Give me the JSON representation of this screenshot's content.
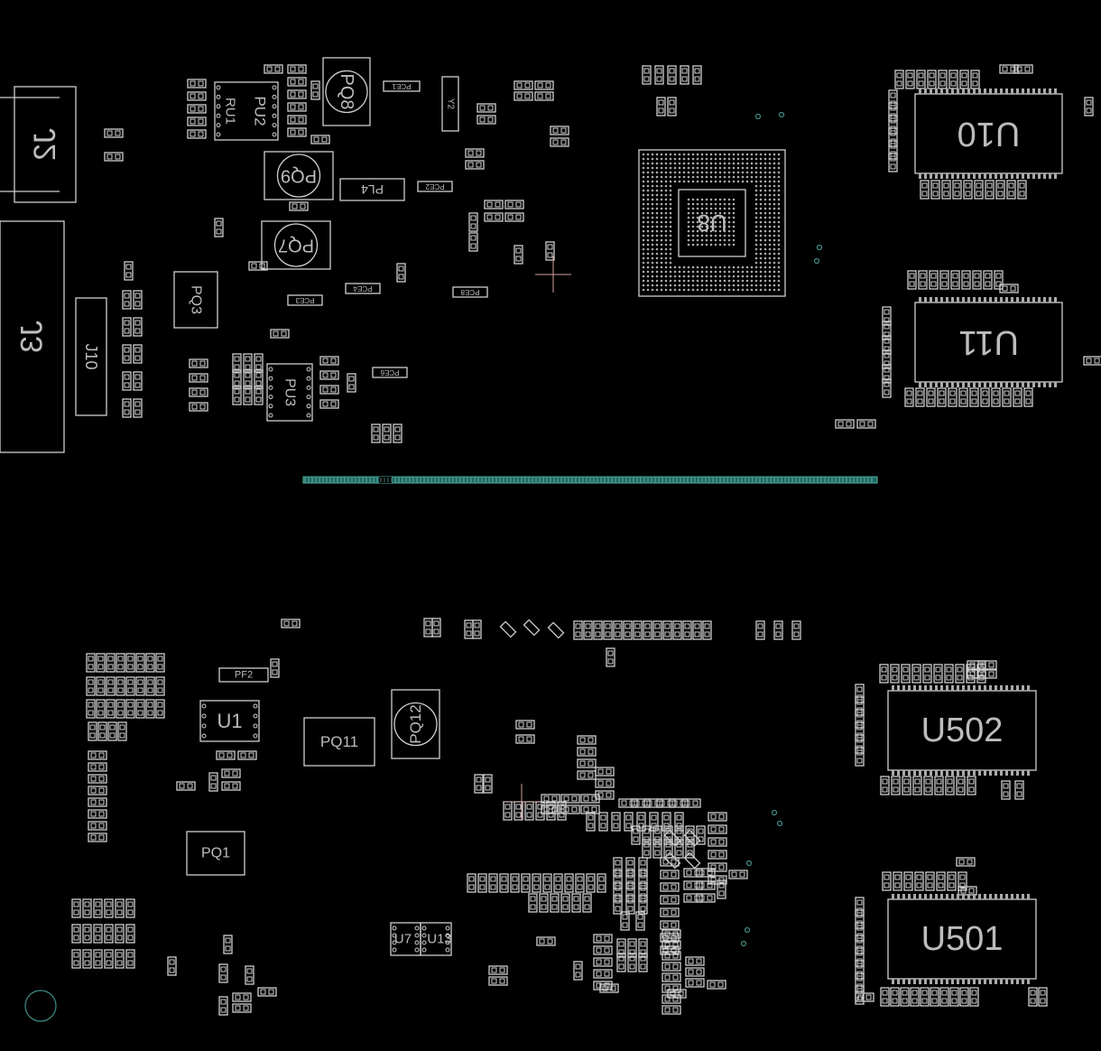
{
  "board": {
    "components": {
      "J2": "J2",
      "J3": "J3",
      "J10": "J10",
      "PU2": "PU2",
      "RU1": "RU1",
      "PQ8": "PQ8",
      "PQ9": "PQ9",
      "PQ7": "PQ7",
      "PL4": "PL4",
      "PQ3": "PQ3",
      "PU3": "PU3",
      "Y2": "Y2",
      "U8": "U8",
      "U10": "U10",
      "U11": "U11",
      "U1": "U1",
      "PF2": "PF2",
      "PQ11": "PQ11",
      "PQ12": "PQ12",
      "PQ1": "PQ1",
      "U7": "U7",
      "U13": "U13",
      "U502": "U502",
      "U501": "U501",
      "PCE1": "PCE1",
      "PCE2": "PCE2",
      "PCE3": "PCE3",
      "PCE4": "PCE4",
      "PCE6": "PCE6",
      "PCE8": "PCE8"
    },
    "colors": {
      "background": "#000000",
      "outline": "#cfcfcf",
      "testpad": "#3f8f86",
      "marker": "#d0a0a0"
    }
  }
}
